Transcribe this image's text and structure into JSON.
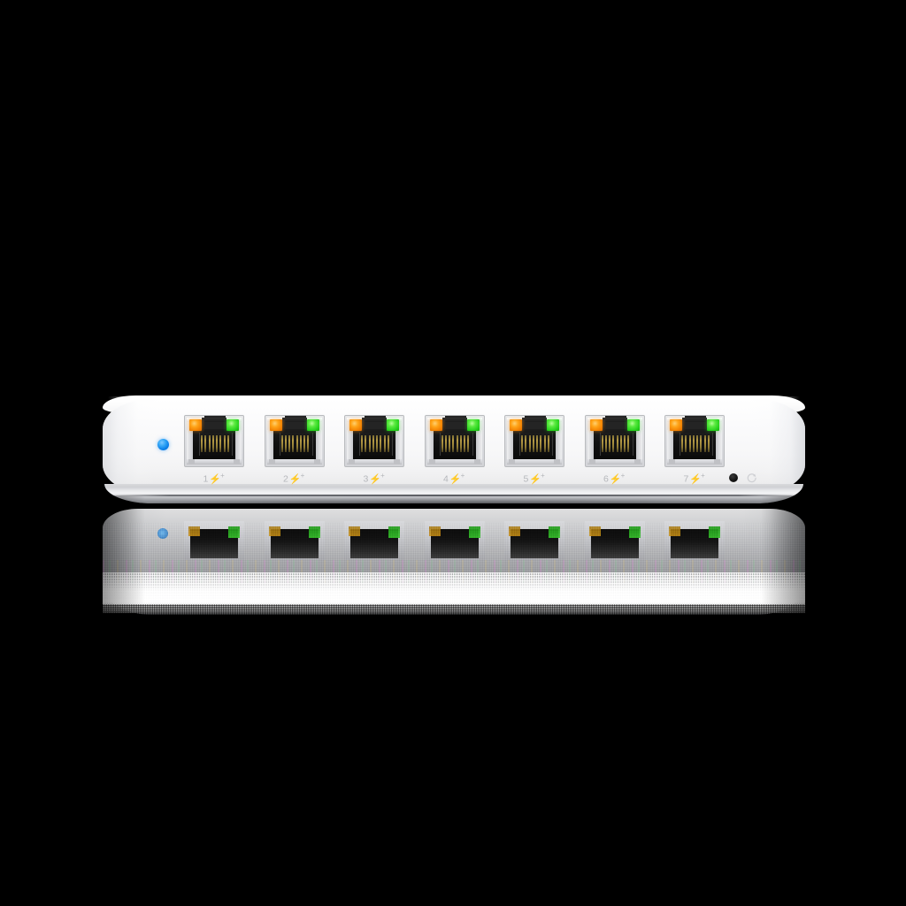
{
  "scene": {
    "background_color": "#000000",
    "subject": "8-port network switch front view with mirror reflection",
    "device_name": "network-switch"
  },
  "device": {
    "body_color": "#f7f7f8",
    "base_color": "#9a9ba0",
    "status_led": {
      "name": "status-led",
      "color": "#1a8cf0",
      "state": "on"
    },
    "ports": [
      {
        "number": "1",
        "label_number": "1",
        "poe": "⚡",
        "poe_plus": "+",
        "amber_led": "#ff9b14",
        "green_led": "#2ecc2e"
      },
      {
        "number": "2",
        "label_number": "2",
        "poe": "⚡",
        "poe_plus": "+",
        "amber_led": "#ff9b14",
        "green_led": "#2ecc2e"
      },
      {
        "number": "3",
        "label_number": "3",
        "poe": "⚡",
        "poe_plus": "+",
        "amber_led": "#ff9b14",
        "green_led": "#2ecc2e"
      },
      {
        "number": "4",
        "label_number": "4",
        "poe": "⚡",
        "poe_plus": "+",
        "amber_led": "#ff9b14",
        "green_led": "#2ecc2e"
      },
      {
        "number": "5",
        "label_number": "5",
        "poe": "⚡",
        "poe_plus": "+",
        "amber_led": "#ff9b14",
        "green_led": "#2ecc2e"
      },
      {
        "number": "6",
        "label_number": "6",
        "poe": "⚡",
        "poe_plus": "+",
        "amber_led": "#ff9b14",
        "green_led": "#2ecc2e"
      },
      {
        "number": "7",
        "label_number": "7",
        "poe": "⚡",
        "poe_plus": "+",
        "amber_led": "#ff9b14",
        "green_led": "#2ecc2e"
      }
    ],
    "reset": {
      "hole_name": "reset-hole",
      "icon_name": "reset-circular-arrow-icon",
      "icon_color": "#cdced2"
    }
  },
  "reflection": {
    "present": true,
    "style": "mirrored, dithered, fading to white then black"
  }
}
